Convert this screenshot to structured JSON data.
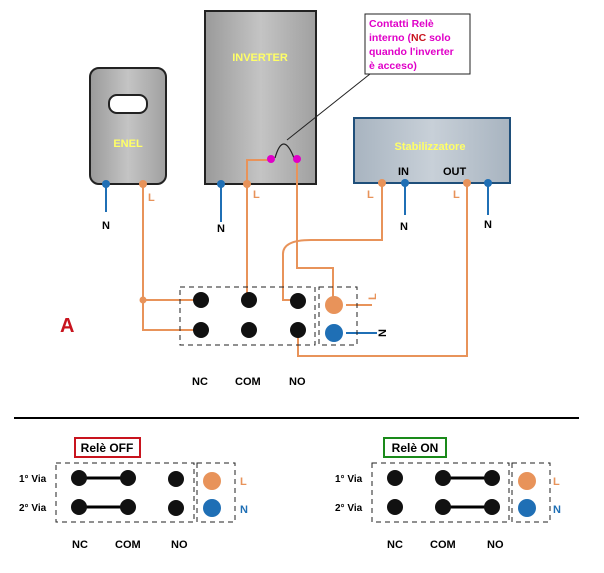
{
  "devices": {
    "enel": "ENEL",
    "inverter": "INVERTER",
    "stabilizzatore": "Stabilizzatore"
  },
  "terminals": {
    "neutral": "N",
    "line": "L",
    "in": "IN",
    "out": "OUT"
  },
  "callout": {
    "line1": "Contatti Relè",
    "line2_part1": "interno (",
    "line2_nc": "NC",
    "line2_part2": " solo",
    "line3": "quando l'inverter",
    "line4": "è acceso)"
  },
  "main": {
    "label_a": "A",
    "nc": "NC",
    "com": "COM",
    "no": "NO",
    "l": "L",
    "n": "N"
  },
  "relay_off": {
    "title": "Relè OFF",
    "via1": "1° Via",
    "via2": "2° Via",
    "nc": "NC",
    "com": "COM",
    "no": "NO",
    "l": "L",
    "n": "N"
  },
  "relay_on": {
    "title": "Relè ON",
    "via1": "1° Via",
    "via2": "2° Via",
    "nc": "NC",
    "com": "COM",
    "no": "NO",
    "l": "L",
    "n": "N"
  },
  "colors": {
    "line_wire": "#e8935a",
    "neutral_wire": "#1f6fb5",
    "relay_red": "#c8141e",
    "relay_green": "#1a8a1a",
    "callout_text": "#e000c8",
    "device_label": "#ffff66"
  }
}
